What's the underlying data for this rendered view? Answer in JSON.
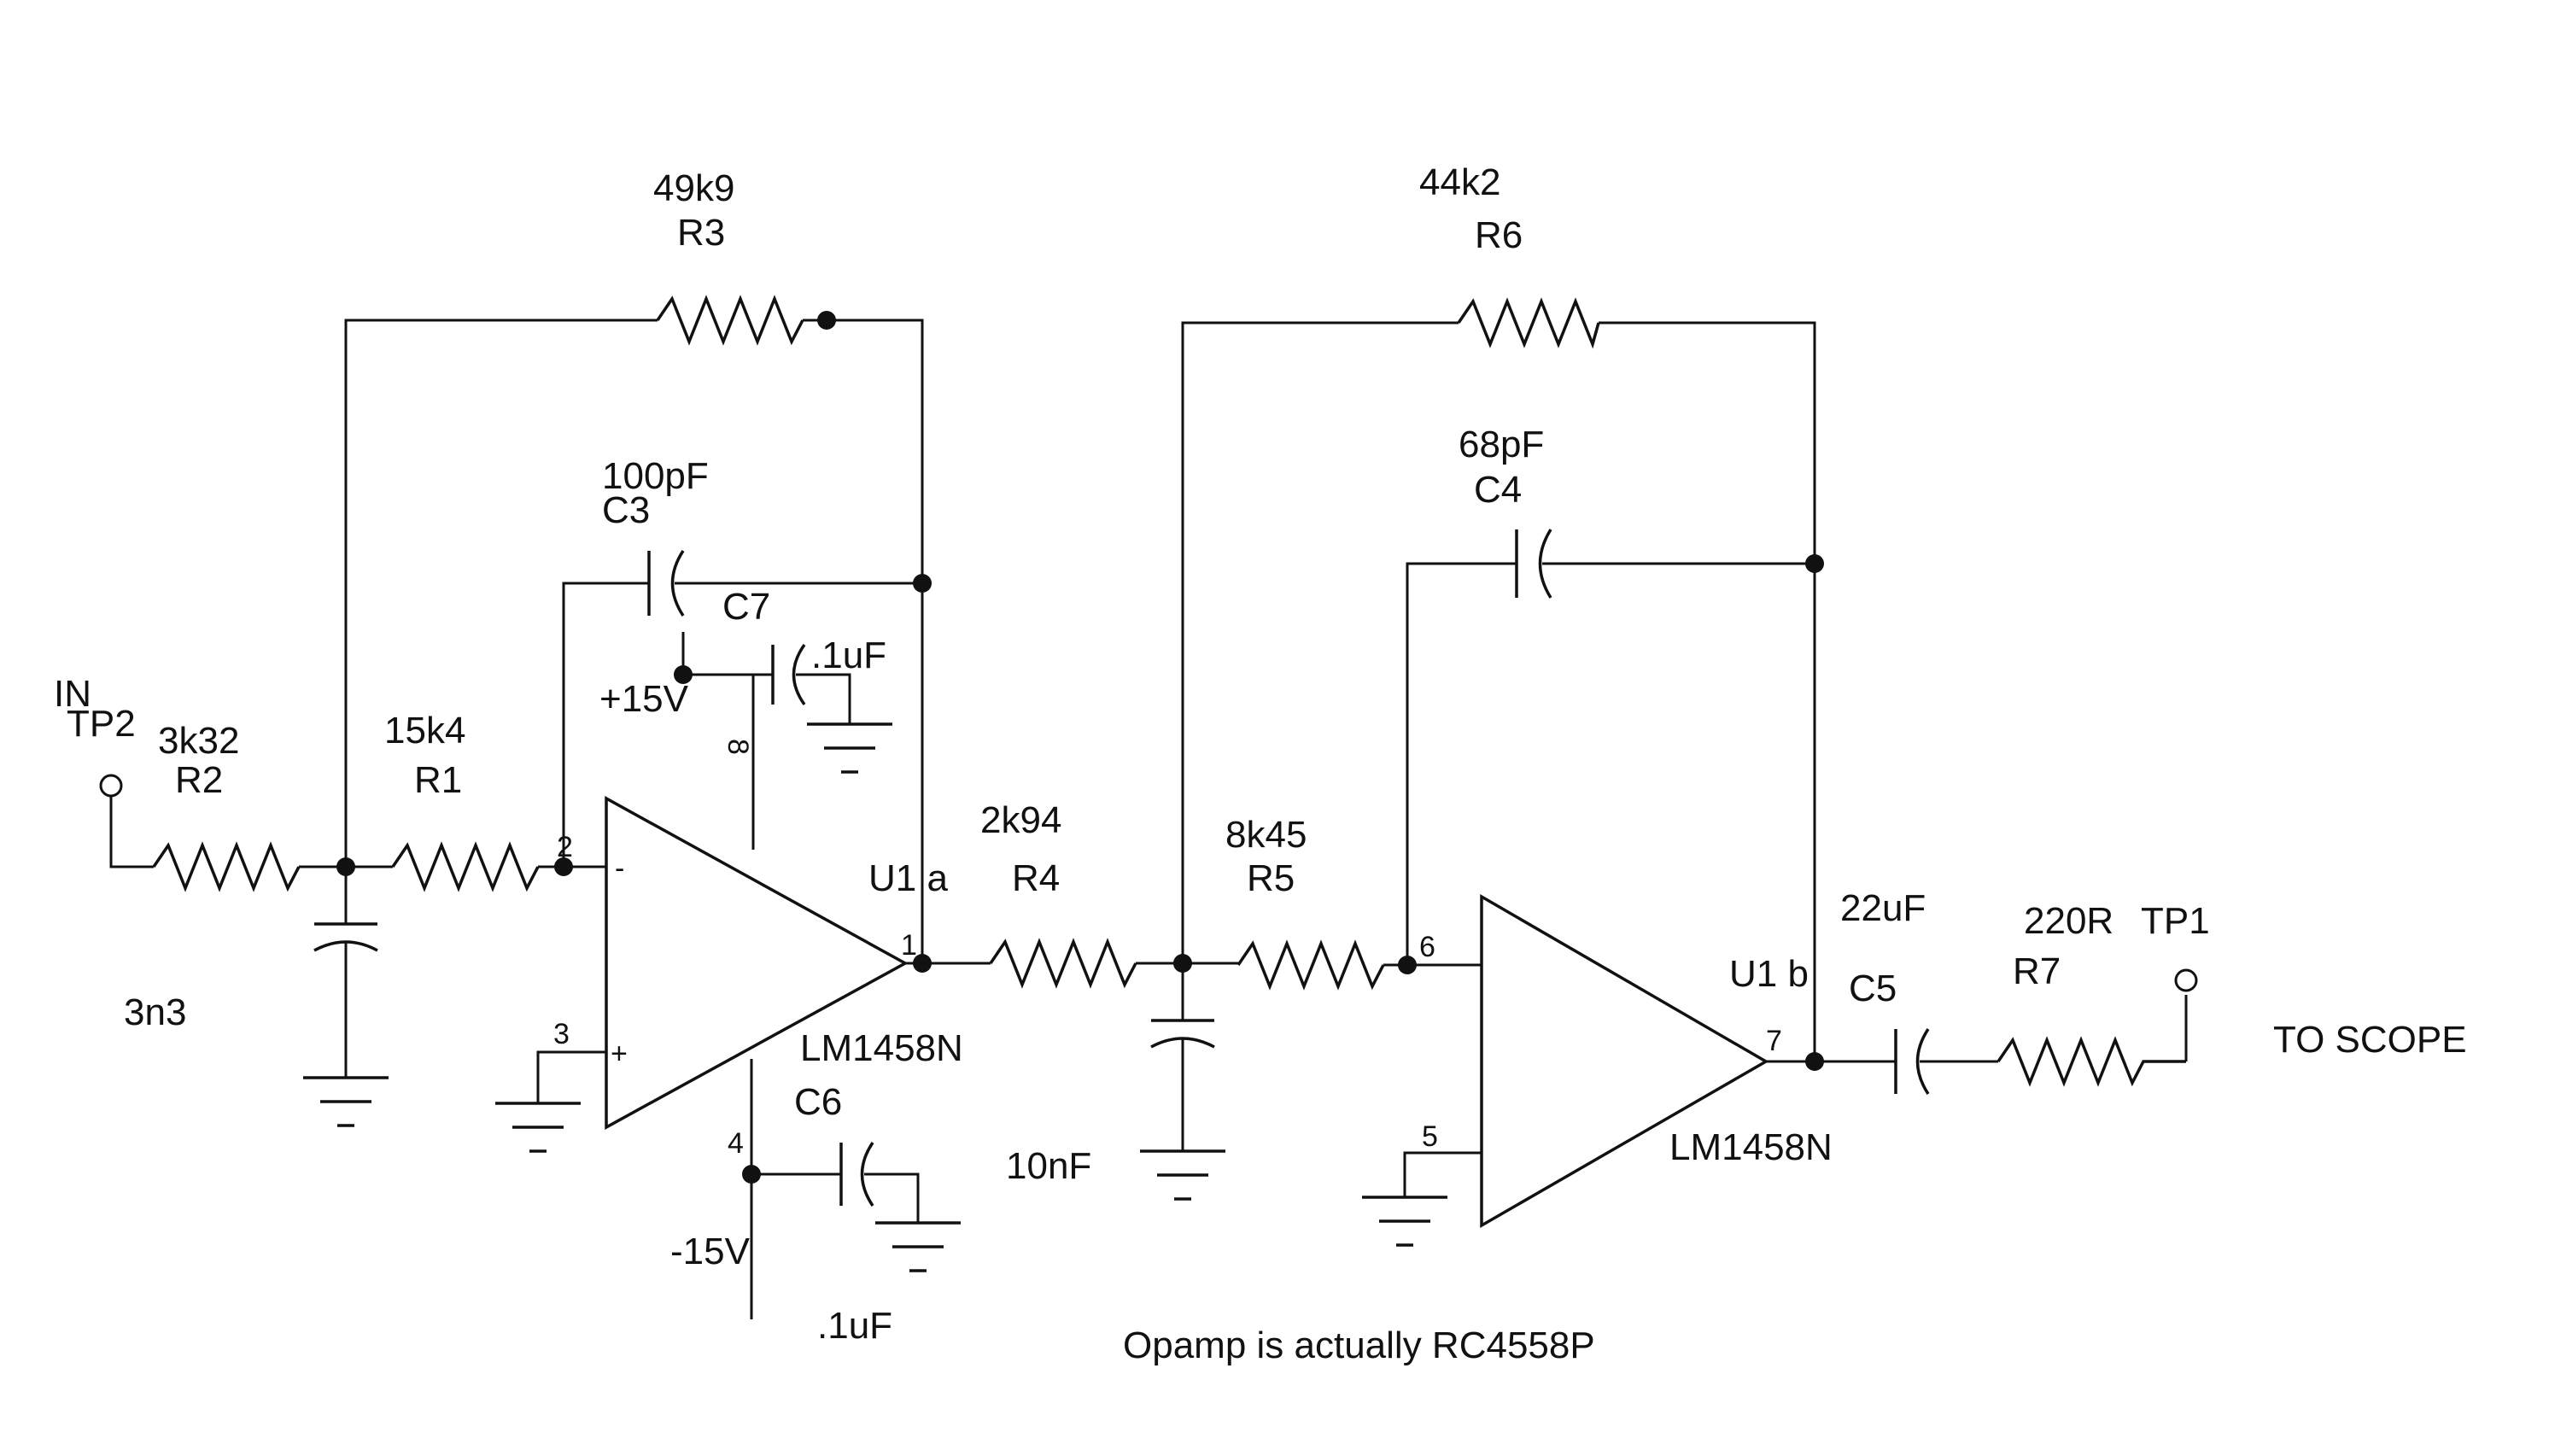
{
  "title": "",
  "labels": {
    "r1_value": "15k4",
    "r1_ref": "R1",
    "r2_value": "3k32",
    "r2_ref": "R2",
    "r3_value": "49k9",
    "r3_ref": "R3",
    "r4_value": "2k94",
    "r4_ref": "R4",
    "r5_value": "8k45",
    "r5_ref": "R5",
    "r6_value": "44k2",
    "r6_ref": "R6",
    "r7_value": "220R",
    "r7_ref": "R7",
    "c3_value": "100pF",
    "c3_ref": "C3",
    "c4_value": "68pF",
    "c4_ref": "C4",
    "c5_value": "22uF",
    "c5_ref": "C5",
    "c6_value": ".1uF",
    "c6_ref": "C6",
    "c7_value": ".1uF",
    "c7_ref": "C7",
    "cin_value": "3n3",
    "cmid_value": "10nF",
    "u1a_ref": "U1 a",
    "u1a_part": "LM1458N",
    "u1b_ref": "U1 b",
    "u1b_part": "LM1458N",
    "vplus": "+15V",
    "vminus": "-15V",
    "in_label": "IN",
    "tp2": "TP2",
    "tp1": "TP1",
    "to_scope": "TO SCOPE",
    "pin_1": "1",
    "pin_2": "2",
    "pin_3": "3",
    "pin_4": "4",
    "pin_5": "5",
    "pin_6": "6",
    "pin_7": "7",
    "pin_8": "8",
    "minus_sign": "-",
    "plus_sign": "+",
    "note": "Opamp is actually RC4558P"
  }
}
